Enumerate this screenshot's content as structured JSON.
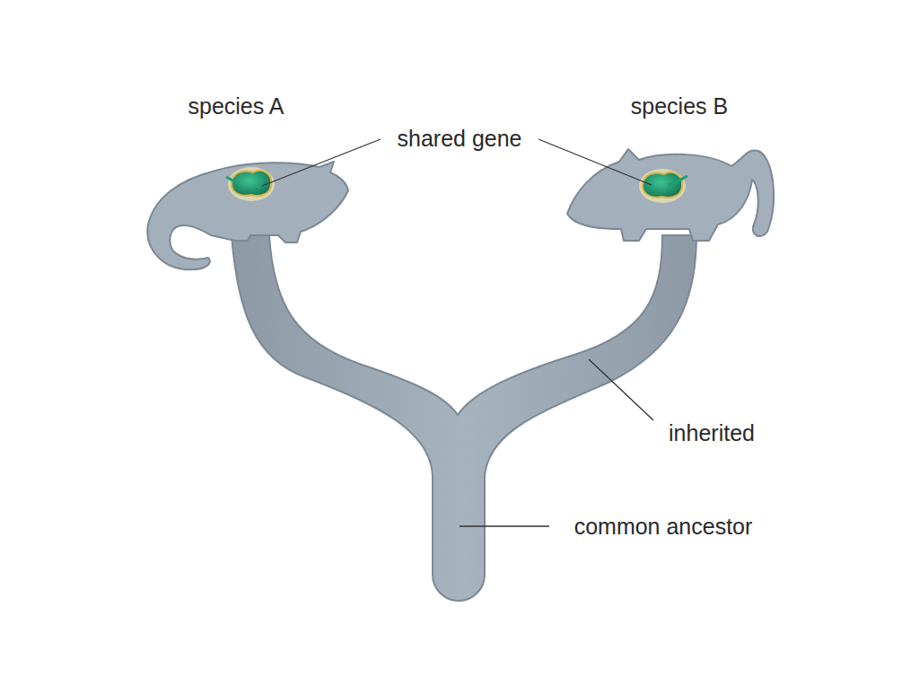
{
  "diagram": {
    "labels": [
      "species A",
      "species B",
      "shared gene",
      "inherited",
      "common ancestor"
    ]
  }
}
